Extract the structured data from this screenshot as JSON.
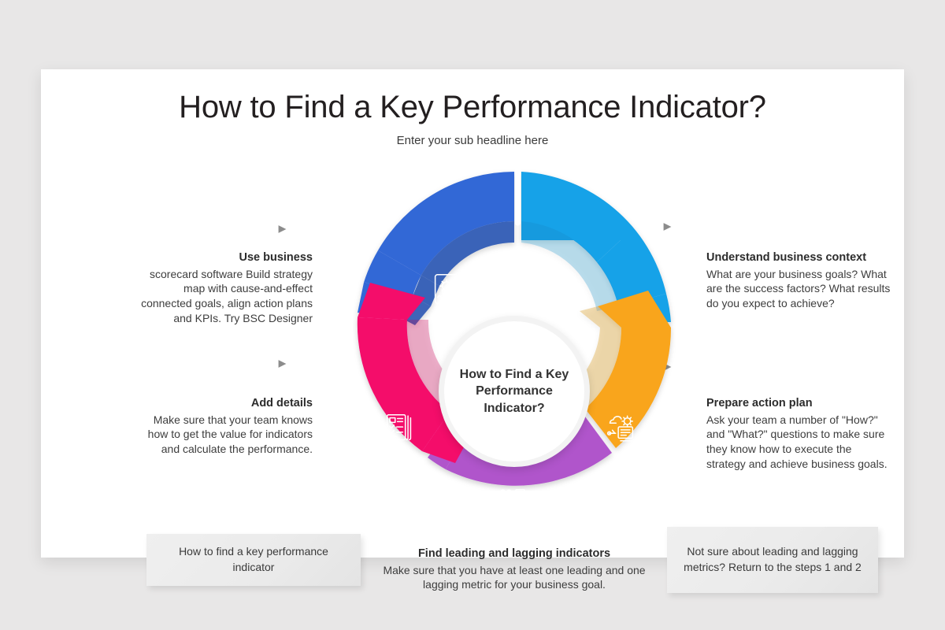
{
  "page": {
    "background_color": "#E8E7E7",
    "card_color": "#FFFFFF"
  },
  "header": {
    "title": "How to Find a Key Performance Indicator?",
    "subtitle": "Enter your sub headline here"
  },
  "wheel": {
    "center_label": "How to Find a Key Performance Indicator?",
    "segments": [
      {
        "id": "understand-business-context",
        "color": "#17A2E8",
        "shadow_color": "#1285C0",
        "icon": "lightbulb-gear-icon",
        "position": "top-right"
      },
      {
        "id": "prepare-action-plan",
        "color": "#F9A51B",
        "shadow_color": "#D08A12",
        "icon": "document-gear-chart-icon",
        "position": "right"
      },
      {
        "id": "find-leading-and-lagging-indicators",
        "color": "#B055CB",
        "shadow_color": "#8E42A5",
        "icon": "people-magnifier-checklist-icon",
        "position": "bottom"
      },
      {
        "id": "add-details",
        "color": "#F4086B",
        "shadow_color": "#C60755",
        "icon": "checklist-documents-icon",
        "position": "left"
      },
      {
        "id": "use-business-scorecard-software",
        "color": "#3267D6",
        "shadow_color": "#2851AA",
        "icon": "gear-screen-icon",
        "position": "top-left"
      }
    ]
  },
  "callouts": {
    "use_business": {
      "title": "Use business",
      "body": "scorecard software Build strategy map with cause-and-effect connected goals, align action plans and KPIs. Try BSC Designer"
    },
    "add_details": {
      "title": "Add details",
      "body": "Make sure that your team knows how to get the value for indicators and calculate the performance."
    },
    "understand_business_context": {
      "title": "Understand business context",
      "body": "What are your business goals? What are the success factors? What results do you expect to achieve?"
    },
    "prepare_action_plan": {
      "title": "Prepare action plan",
      "body": "Ask your team a number of \"How?\" and \"What?\" questions to make sure they know how to execute the strategy and achieve business goals."
    },
    "find_leading_and_lagging": {
      "title": "Find leading and lagging indicators",
      "body": "Make sure that you have at least one leading and one lagging metric for your business goal."
    }
  },
  "notes": {
    "left": "How to find a key performance indicator",
    "right": "Not sure about leading and lagging metrics? Return to the steps 1 and 2"
  },
  "connectors": {
    "arrow_color": "#8C8C8C"
  }
}
